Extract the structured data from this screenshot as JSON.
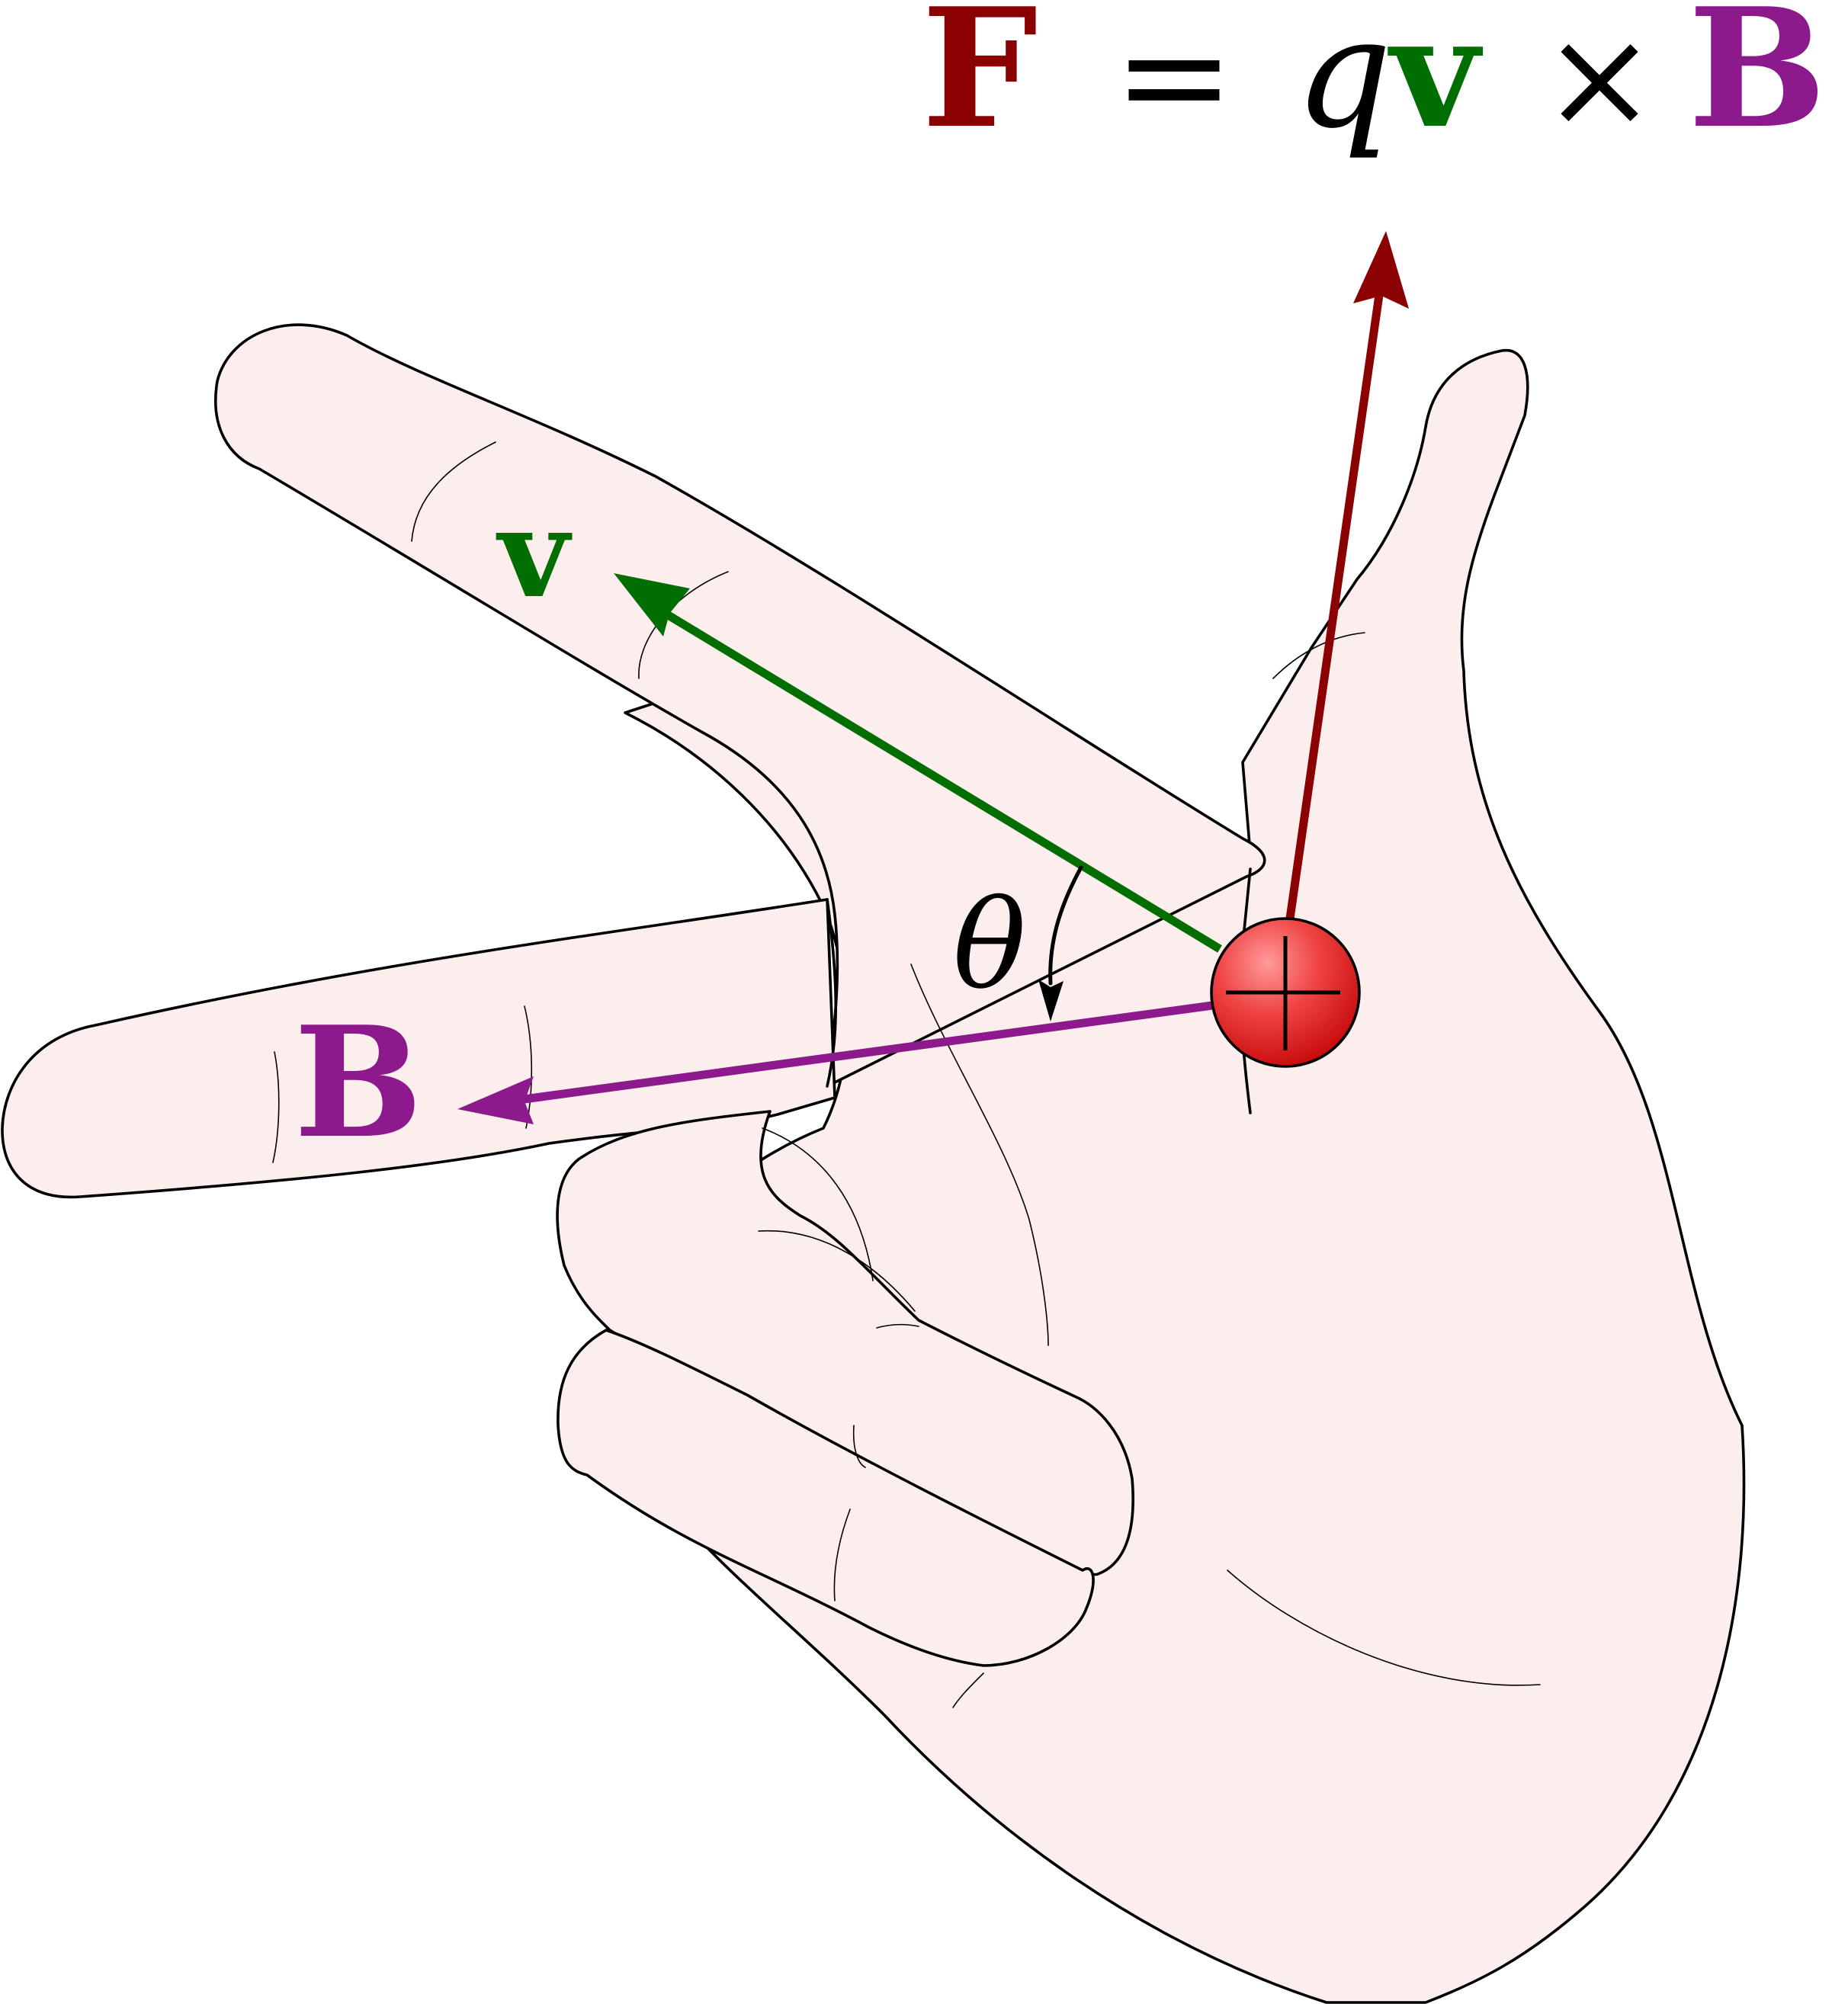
{
  "equation": {
    "force": "F",
    "equals": "=",
    "charge": "q",
    "velocity": "v",
    "times": "×",
    "field": "B"
  },
  "labels": {
    "velocity": "v",
    "field": "B",
    "angle": "θ",
    "charge_sign": "+"
  },
  "colors": {
    "force": "#8b0000",
    "velocity": "#006e00",
    "field": "#8c1a8c",
    "charge_fill": "#e21b1b",
    "skin": "#fdeeee",
    "outline": "#000000"
  },
  "icons": {
    "charge": "positive-charge-icon",
    "hand": "right-hand-icon"
  }
}
